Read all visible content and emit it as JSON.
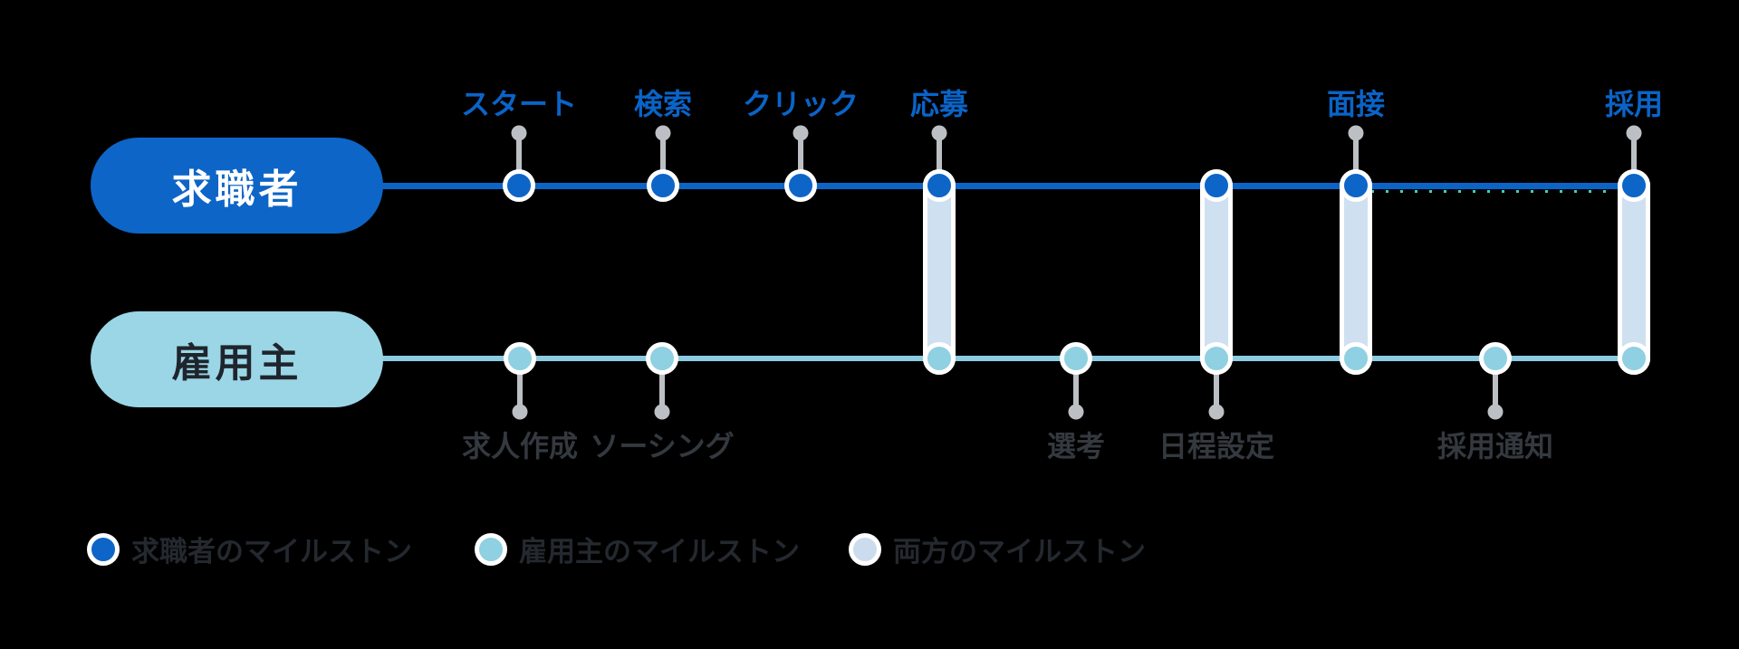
{
  "lanes": {
    "job_seeker": {
      "label": "求職者",
      "color": "#0D65C7"
    },
    "employer": {
      "label": "雇用主",
      "color": "#9BD6E6"
    }
  },
  "milestones": {
    "top": [
      {
        "label": "スタート",
        "lane": "job_seeker"
      },
      {
        "label": "検索",
        "lane": "job_seeker"
      },
      {
        "label": "クリック",
        "lane": "job_seeker"
      },
      {
        "label": "応募",
        "lane": "both"
      },
      {
        "label": "面接",
        "lane": "both"
      },
      {
        "label": "採用",
        "lane": "both"
      }
    ],
    "bottom": [
      {
        "label": "求人作成",
        "lane": "employer"
      },
      {
        "label": "ソーシング",
        "lane": "employer"
      },
      {
        "label": "選考",
        "lane": "employer"
      },
      {
        "label": "日程設定",
        "lane": "both"
      },
      {
        "label": "採用通知",
        "lane": "employer"
      }
    ]
  },
  "legend": {
    "items": [
      {
        "label": "求職者のマイルストン",
        "color": "#0D65C7"
      },
      {
        "label": "雇用主のマイルストン",
        "color": "#8FD0E2"
      },
      {
        "label": "両方のマイルストン",
        "color": "#CCDCEF"
      }
    ]
  },
  "colors": {
    "job_seeker_line": "#0B64C6",
    "employer_line": "#8CCCE0",
    "shared_bar_fill": "#CFE0F1",
    "stem_gray": "#BCC0C4",
    "dotted_accent": "#3CD1C2",
    "top_label_text": "#0A64C8",
    "bottom_label_text": "#34393F",
    "legend_text": "#24282F",
    "background": "#000000"
  }
}
